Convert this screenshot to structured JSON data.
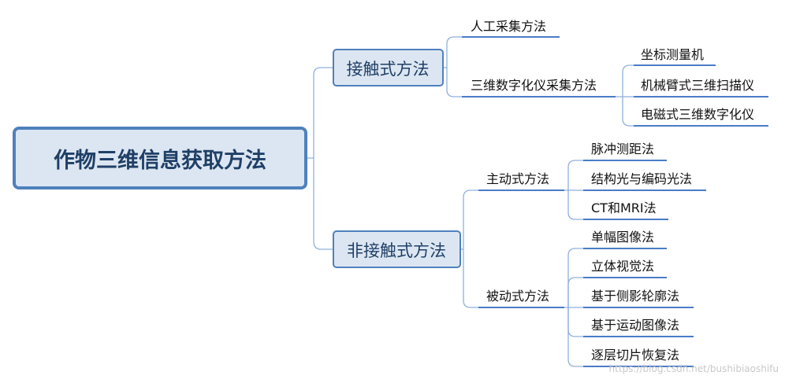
{
  "colors": {
    "line": "#4a7cc7",
    "connector": "#8fb0dd",
    "box_fill": "#dce6f2",
    "box_border": "#4f81bd"
  },
  "root": {
    "label": "作物三维信息获取方法"
  },
  "branches": {
    "contact": {
      "label": "接触式方法",
      "children": {
        "manual": {
          "label": "人工采集方法"
        },
        "digitizer": {
          "label": "三维数字化仪采集方法",
          "children": [
            "坐标测量机",
            "机械臂式三维扫描仪",
            "电磁式三维数字化仪"
          ]
        }
      }
    },
    "noncontact": {
      "label": "非接触式方法",
      "children": {
        "active": {
          "label": "主动式方法",
          "children": [
            "脉冲测距法",
            "结构光与编码光法",
            "CT和MRI法"
          ]
        },
        "passive": {
          "label": "被动式方法",
          "children": [
            "单幅图像法",
            "立体视觉法",
            "基于侧影轮廓法",
            "基于运动图像法",
            "逐层切片恢复法"
          ]
        }
      }
    }
  },
  "watermark": "https://blog.csdn.net/bushibiaoshifu"
}
